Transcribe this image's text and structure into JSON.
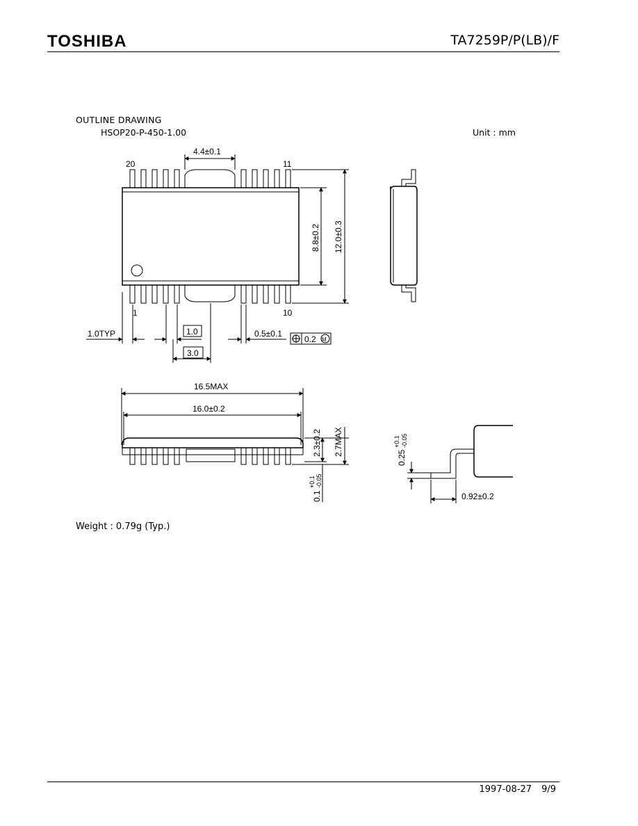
{
  "header": {
    "brand": "TOSHIBA",
    "part_number": "TA7259P/P(LB)/F"
  },
  "section": {
    "title": "OUTLINE DRAWING",
    "package_code": "HSOP20-P-450-1.00",
    "unit": "Unit : mm"
  },
  "drawing": {
    "dim_width_top": "4.4±0.1",
    "pin_20": "20",
    "pin_11": "11",
    "pin_1": "1",
    "pin_10": "10",
    "dim_body_height": "8.8±0.2",
    "dim_overall_height": "12.0±0.3",
    "dim_pitch_typ": "1.0TYP",
    "box_1_0": "1.0",
    "box_3_0": "3.0",
    "dim_lead_width": "0.5±0.1",
    "tolerance": "0.2",
    "tolerance_modifier": "M",
    "dim_max_length": "16.5MAX",
    "dim_body_length": "16.0±0.2",
    "dim_body_thickness": "2.3±0.2",
    "dim_total_thickness": "2.7MAX",
    "dim_standoff": "0.1",
    "dim_standoff_tol_plus": "+0.1",
    "dim_standoff_tol_minus": "-0.05",
    "dim_lead_thickness": "0.25",
    "dim_lead_thickness_tol_plus": "+0.1",
    "dim_lead_thickness_tol_minus": "-0.05",
    "dim_foot_length": "0.92±0.2"
  },
  "weight": "Weight : 0.79g (Typ.)",
  "footer": {
    "date": "1997-08-27",
    "page": "9/9"
  }
}
